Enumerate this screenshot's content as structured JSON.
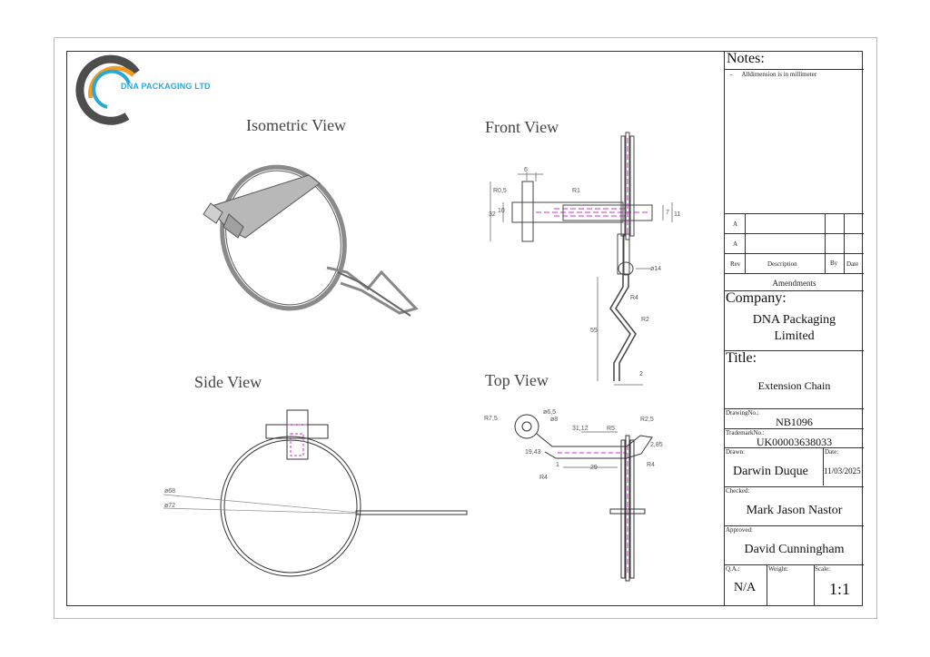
{
  "logo": {
    "text": "DNA PACKAGING LTD",
    "colors": {
      "orange": "#f39c21",
      "blue": "#2aa7d9",
      "gray": "#4d4d4d"
    }
  },
  "views": {
    "isometric": "Isometric View",
    "front": "Front View",
    "side": "Side View",
    "top": "Top View"
  },
  "dimensions": {
    "front": [
      "6",
      "R0,5",
      "R1",
      "32",
      "10",
      "7",
      "11",
      "ø14",
      "R4",
      "R2",
      "55",
      "2"
    ],
    "side": [
      "ø68",
      "ø72"
    ],
    "top": [
      "R7,5",
      "ø6,5",
      "ø8",
      "31,12",
      "R5",
      "R2,5",
      "19,43",
      "1",
      "29",
      "R4",
      "2,85",
      "R4"
    ]
  },
  "title_block": {
    "notes_label": "Notes:",
    "note_item": "-      Alldimension is in millimeter",
    "rev_rows": [
      "A",
      "A"
    ],
    "rev_header": {
      "rev": "Rev",
      "description": "Description",
      "by": "By",
      "date": "Date"
    },
    "amendments": "Amendments",
    "company_label": "Company:",
    "company_line1": "DNA Packaging",
    "company_line2": "Limited",
    "title_label": "Title:",
    "title_value": "Extension Chain",
    "drawing_no_label": "DrawingNo.:",
    "drawing_no": "NB1096",
    "trademark_label": "TrademarkNo.:",
    "trademark": "UK00003638033",
    "drawn_label": "Drawn:",
    "drawn": "Darwin Duque",
    "date_label": "Date:",
    "date": "11/03/2025",
    "checked_label": "Checked:",
    "checked": "Mark Jason Nastor",
    "approved_label": "Approved:",
    "approved": "David Cunningham",
    "qa_label": "Q.A.:",
    "qa": "N/A",
    "weight_label": "Weight:",
    "scale_label": "Scale:",
    "scale": "1:1"
  }
}
